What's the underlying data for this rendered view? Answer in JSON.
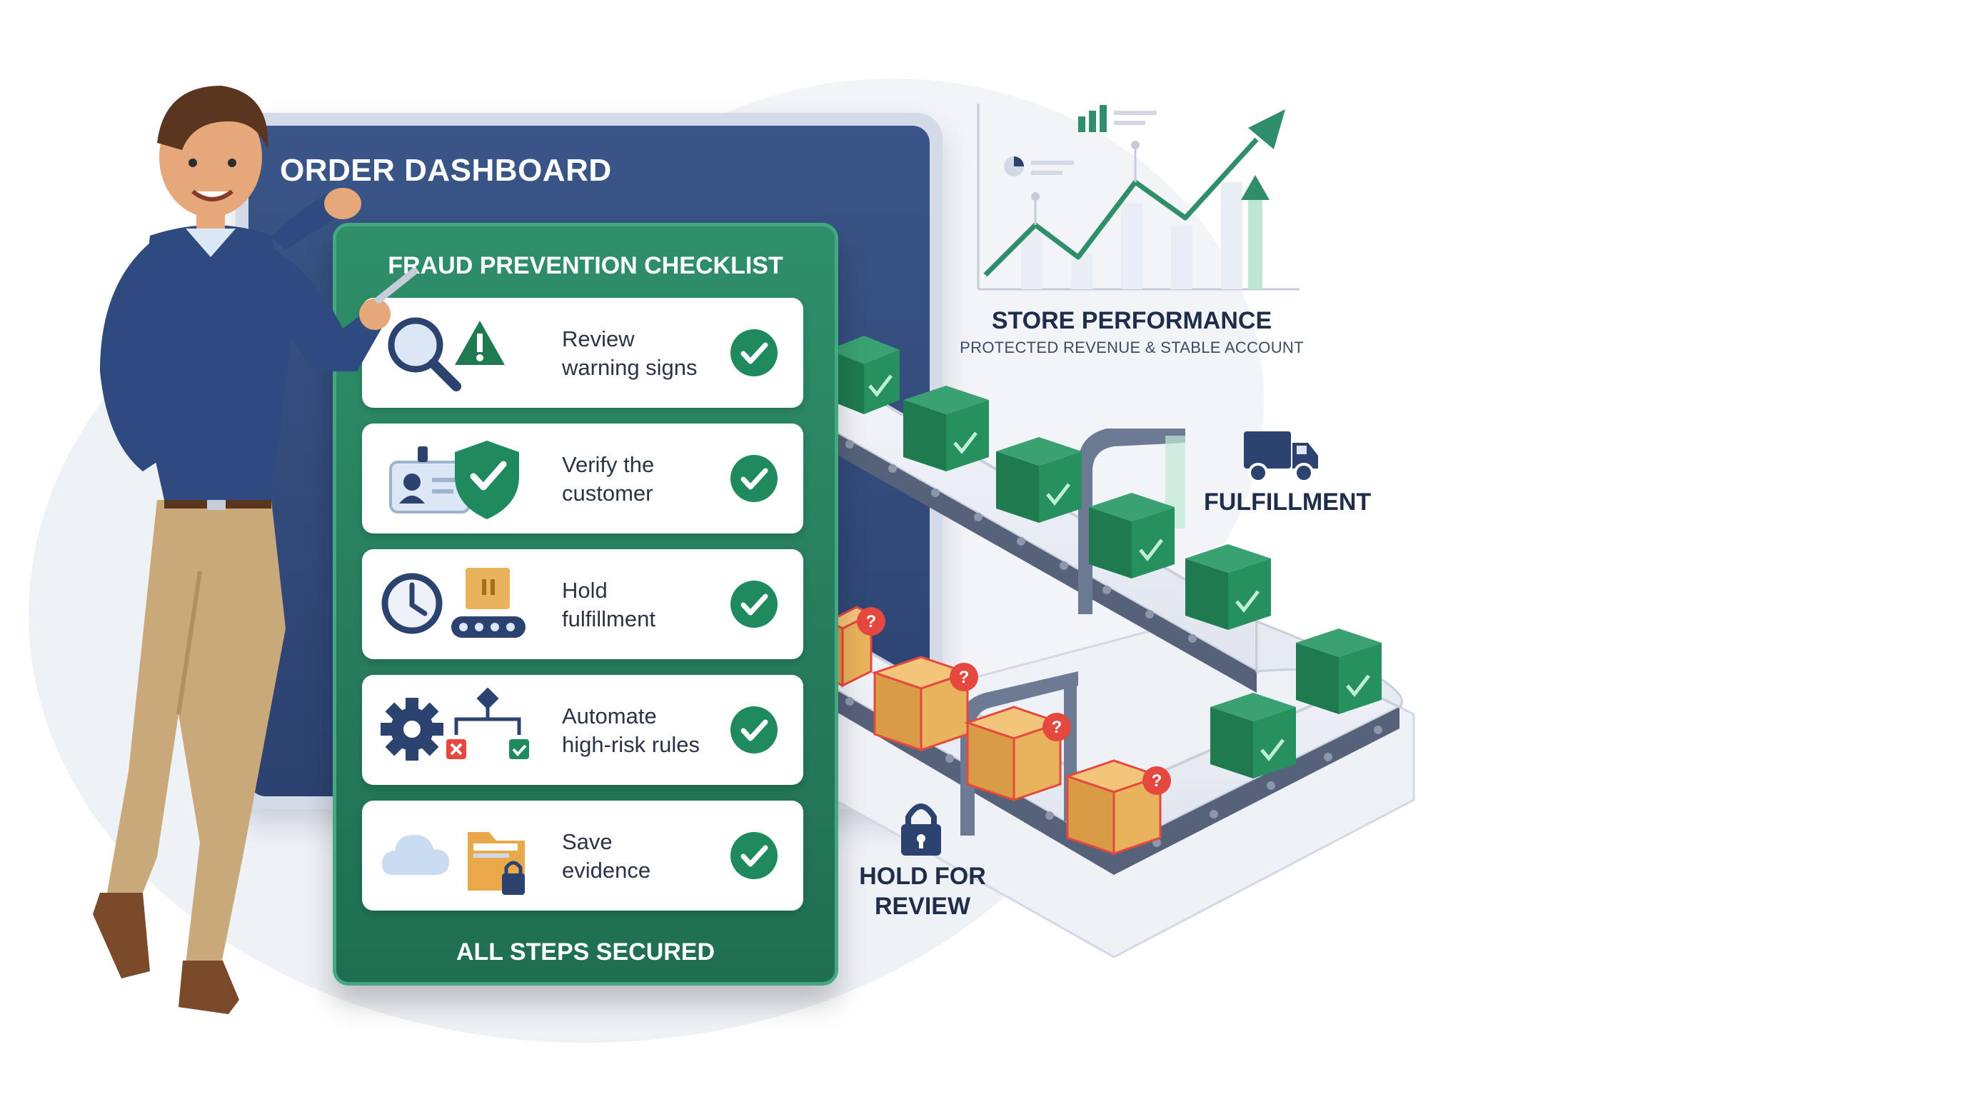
{
  "dashboard": {
    "title": "ORDER DASHBOARD"
  },
  "checklist": {
    "title": "FRAUD PREVENTION CHECKLIST",
    "footer": "ALL STEPS SECURED",
    "items": [
      {
        "label_line1": "Review",
        "label_line2": "warning signs",
        "icons": [
          "magnifier-icon",
          "warning-icon"
        ],
        "checked": true
      },
      {
        "label_line1": "Verify the",
        "label_line2": "customer",
        "icons": [
          "id-card-icon",
          "shield-check-icon"
        ],
        "checked": true
      },
      {
        "label_line1": "Hold",
        "label_line2": "fulfillment",
        "icons": [
          "clock-icon",
          "paused-package-icon"
        ],
        "checked": true
      },
      {
        "label_line1": "Automate",
        "label_line2": "high-risk rules",
        "icons": [
          "gear-icon",
          "rule-flow-icon"
        ],
        "checked": true
      },
      {
        "label_line1": "Save",
        "label_line2": "evidence",
        "icons": [
          "cloud-icon",
          "locked-folder-icon"
        ],
        "checked": true
      }
    ]
  },
  "performance": {
    "title": "STORE PERFORMANCE",
    "subtitle": "PROTECTED REVENUE & STABLE ACCOUNT",
    "trend": "up"
  },
  "labels": {
    "fulfillment": "FULFILLMENT",
    "hold_line1": "HOLD FOR",
    "hold_line2": "REVIEW"
  },
  "colors": {
    "accent_green": "#2f8f6a",
    "check_green": "#1f8a5e",
    "navy": "#2c426f",
    "flag_red": "#e5483f",
    "box_tan": "#e9b25c"
  }
}
